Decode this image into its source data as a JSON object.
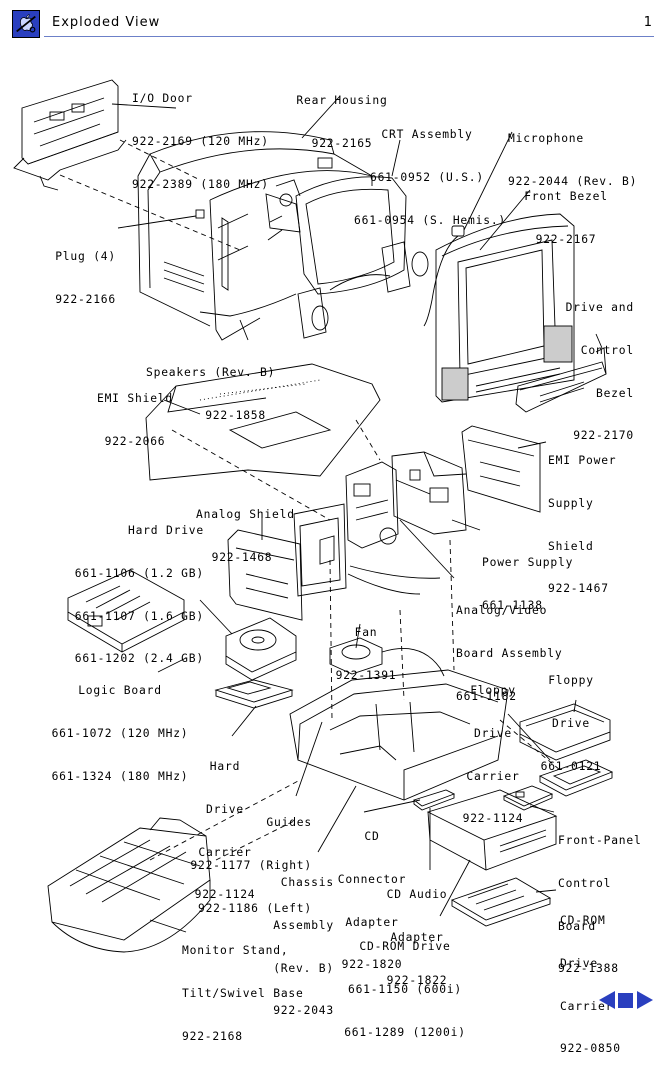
{
  "header": {
    "title": "Exploded View",
    "page_number": "1",
    "logo_icon": "apple-service-logo-icon"
  },
  "parts": {
    "io_door": [
      "I/O Door",
      "922-2169 (120 MHz)",
      "922-2389 (180 MHz)"
    ],
    "rear_housing": [
      "Rear Housing",
      "922-2165"
    ],
    "crt_assembly": [
      "CRT Assembly",
      "661-0952 (U.S.)",
      "661-0954 (S. Hemis.)"
    ],
    "microphone": [
      "Microphone",
      "922-2044 (Rev. B)"
    ],
    "front_bezel": [
      "Front Bezel",
      "922-2167"
    ],
    "drive_bezel": [
      "Drive and",
      "Control",
      "Bezel",
      "922-2170"
    ],
    "plug": [
      "Plug (4)",
      "922-2166"
    ],
    "speakers": [
      "Speakers (Rev. B)",
      "922-1858"
    ],
    "emi_shield": [
      "EMI Shield",
      "922-2066"
    ],
    "emi_power_shield": [
      "EMI Power",
      "Supply",
      "Shield",
      "922-1467"
    ],
    "analog_shield": [
      "Analog Shield",
      "922-1468"
    ],
    "hard_drive": [
      "Hard Drive",
      "661-1106 (1.2 GB)",
      "661-1107 (1.6 GB)",
      "661-1202 (2.4 GB)"
    ],
    "power_supply": [
      "Power Supply",
      "661-1138"
    ],
    "analog_video": [
      "Analog/Video",
      "Board Assembly",
      "661-1182"
    ],
    "fan": [
      "Fan",
      "922-1391"
    ],
    "logic_board": [
      "Logic Board",
      "661-1072 (120 MHz)",
      "661-1324 (180 MHz)"
    ],
    "floppy_drive": [
      "Floppy",
      "Drive",
      "661-0121"
    ],
    "floppy_carrier": [
      "Floppy",
      "Drive",
      "Carrier",
      "922-1124"
    ],
    "hd_carrier": [
      "Hard",
      "Drive",
      "Carrier",
      "922-1124"
    ],
    "guides": [
      "Guides",
      "922-1177 (Right)",
      "922-1186 (Left)"
    ],
    "cd_connector": [
      "CD",
      "Connector",
      "Adapter",
      "922-1820"
    ],
    "front_panel": [
      "Front-Panel",
      "Control",
      "Board",
      "922-1388"
    ],
    "chassis": [
      "Chassis",
      "Assembly",
      "(Rev. B)",
      "922-2043"
    ],
    "cd_audio": [
      "CD Audio",
      "Adapter",
      "922-1822"
    ],
    "cdrom_carrier": [
      "CD-ROM",
      "Drive",
      "Carrier",
      "922-0850"
    ],
    "monitor_stand": [
      "Monitor Stand,",
      "Tilt/Swivel Base",
      "922-2168"
    ],
    "cdrom_drive": [
      "CD-ROM Drive",
      "661-1150 (600i)",
      "661-1289 (1200i)"
    ]
  },
  "nav": {
    "prev_icon": "previous-page-arrow-icon",
    "stop_icon": "contents-square-icon",
    "next_icon": "next-page-arrow-icon",
    "color": "#2a3fbf"
  }
}
